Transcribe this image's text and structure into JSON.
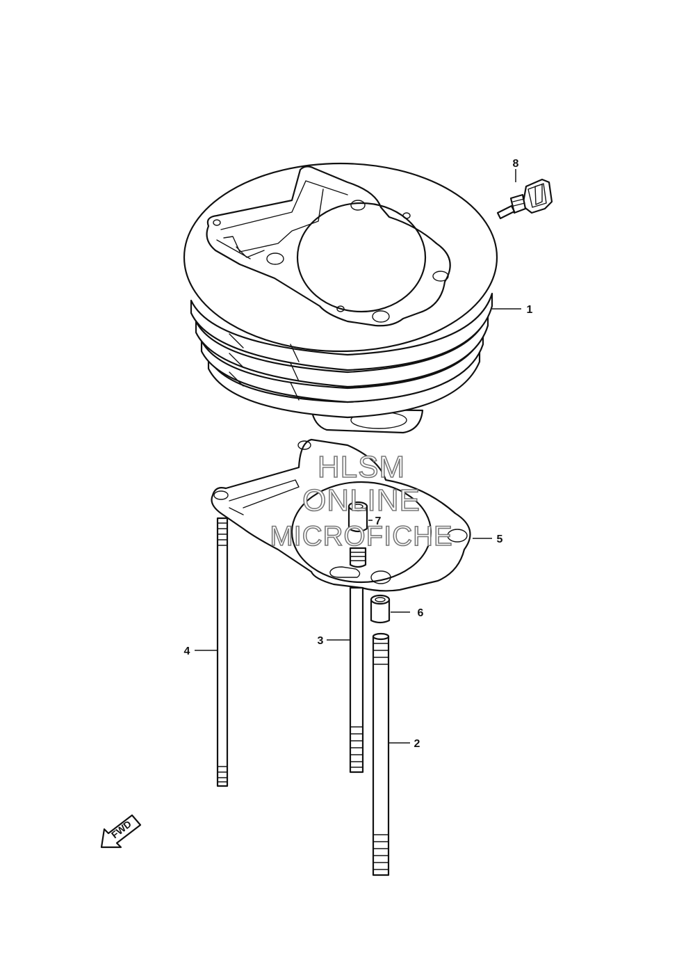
{
  "callouts": {
    "c1": "1",
    "c2": "2",
    "c3": "3",
    "c4": "4",
    "c5": "5",
    "c6": "6",
    "c7": "7",
    "c8": "8"
  },
  "watermark": {
    "line1": "HLSM",
    "line2": "ONLINE",
    "line3": "MICROFICHE"
  },
  "direction_label": "FWD"
}
